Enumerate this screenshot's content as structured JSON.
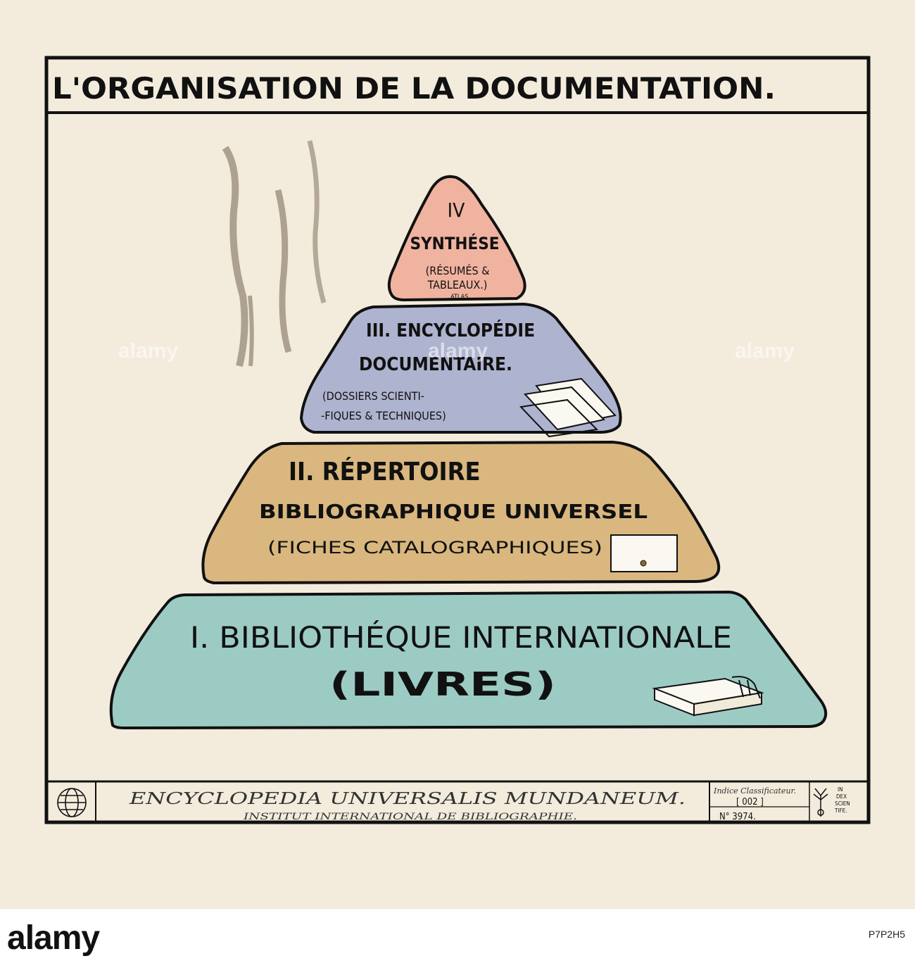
{
  "poster": {
    "title": "L'ORGANISATION DE LA DOCUMENTATION.",
    "tiers": [
      {
        "numeral": "IV",
        "lines": [
          "SYNTHÉSE",
          "(RÉSUMÉS &",
          "TABLEAUX.)"
        ],
        "note": "ATLAS.",
        "color": "#f0b3a0"
      },
      {
        "lines": [
          "III. ENCYCLOPÉDIE",
          "DOCUMENTAIRE.",
          "(DOSSIERS SCIENTI-",
          "-FIQUES & TECHNIQUES)"
        ],
        "color": "#aeb3cf"
      },
      {
        "lines": [
          "II. RÉPERTOIRE",
          "BIBLIOGRAPHIQUE UNIVERSEL",
          "(FICHES CATALOGRAPHIQUES)"
        ],
        "color": "#d9b77f"
      },
      {
        "lines": [
          "I. BIBLIOTHÉQUE INTERNATIONALE",
          "(LIVRES)"
        ],
        "color": "#9ccbc4"
      }
    ],
    "footer": {
      "main": "ENCYCLOPEDIA  UNIVERSALIS  MUNDANEUM.",
      "sub": "INSTITUT INTERNATIONAL DE BIBLIOGRAPHIE.",
      "indice_label": "Indice Classificateur.",
      "indice_value": "[ 002 ]",
      "number": "N° 3974.",
      "logo_lines": [
        "IN",
        "DEX",
        "SCIEN",
        "TIFE."
      ]
    }
  },
  "watermark": "alamy",
  "stock": {
    "brand": "alamy",
    "code": "P7P2H5"
  }
}
